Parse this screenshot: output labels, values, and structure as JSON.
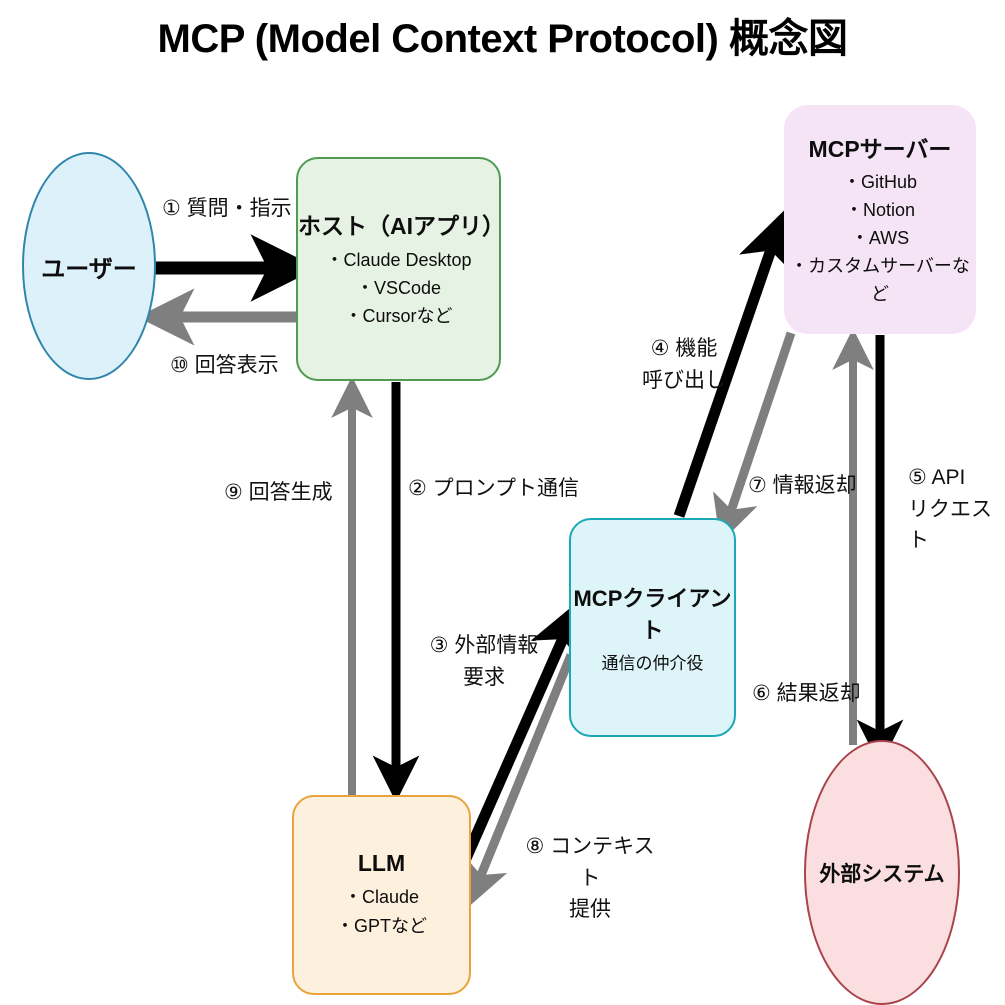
{
  "title": "MCP (Model Context Protocol) 概念図",
  "colors": {
    "user_fill": "#ddf1fb",
    "user_stroke": "#2e86ab",
    "host_fill": "#e6f2e3",
    "host_stroke": "#4f9b52",
    "mcpserver_fill": "#f4e4f6",
    "mcpclient_fill": "#ddf5f8",
    "mcpclient_stroke": "#1ba8b6",
    "llm_fill": "#fdf0dd",
    "llm_stroke": "#e8a33d",
    "external_fill": "#fbdfe0",
    "external_stroke": "#a8434b",
    "arrow_forward": "#000000",
    "arrow_return": "#7f7f7f"
  },
  "nodes": {
    "user": {
      "label": "ユーザー",
      "shape": "ellipse"
    },
    "host": {
      "label": "ホスト（AIアプリ）",
      "items": "・Claude Desktop\n・VSCode\n・Cursorなど",
      "shape": "rounded-rect"
    },
    "mcpserver": {
      "label": "MCPサーバー",
      "items": "・GitHub\n・Notion\n・AWS\n・カスタムサーバーなど",
      "shape": "rounded-rect"
    },
    "mcpclient": {
      "label": "MCPクライアント",
      "sub": "通信の仲介役",
      "shape": "rounded-rect"
    },
    "llm": {
      "label": "LLM",
      "items": "・Claude\n・GPTなど",
      "shape": "rounded-rect"
    },
    "external": {
      "label": "外部システム",
      "shape": "ellipse"
    }
  },
  "edges": {
    "e1": {
      "label": "① 質問・指示",
      "from": "user",
      "to": "host",
      "kind": "forward"
    },
    "e2": {
      "label": "② プロンプト通信",
      "from": "host",
      "to": "llm",
      "kind": "forward"
    },
    "e3": {
      "label": "③ 外部情報\n要求",
      "from": "llm",
      "to": "mcpclient",
      "kind": "forward"
    },
    "e4": {
      "label": "④ 機能\n呼び出し",
      "from": "mcpclient",
      "to": "mcpserver",
      "kind": "forward"
    },
    "e5": {
      "label": "⑤ API\nリクエスト",
      "from": "mcpserver",
      "to": "external",
      "kind": "forward"
    },
    "e6": {
      "label": "⑥ 結果返却",
      "from": "external",
      "to": "mcpserver",
      "kind": "return"
    },
    "e7": {
      "label": "⑦ 情報返却",
      "from": "mcpserver",
      "to": "mcpclient",
      "kind": "return"
    },
    "e8": {
      "label": "⑧ コンテキスト\n提供",
      "from": "mcpclient",
      "to": "llm",
      "kind": "return"
    },
    "e9": {
      "label": "⑨ 回答生成",
      "from": "llm",
      "to": "host",
      "kind": "return"
    },
    "e10": {
      "label": "⑩ 回答表示",
      "from": "host",
      "to": "user",
      "kind": "return"
    }
  }
}
